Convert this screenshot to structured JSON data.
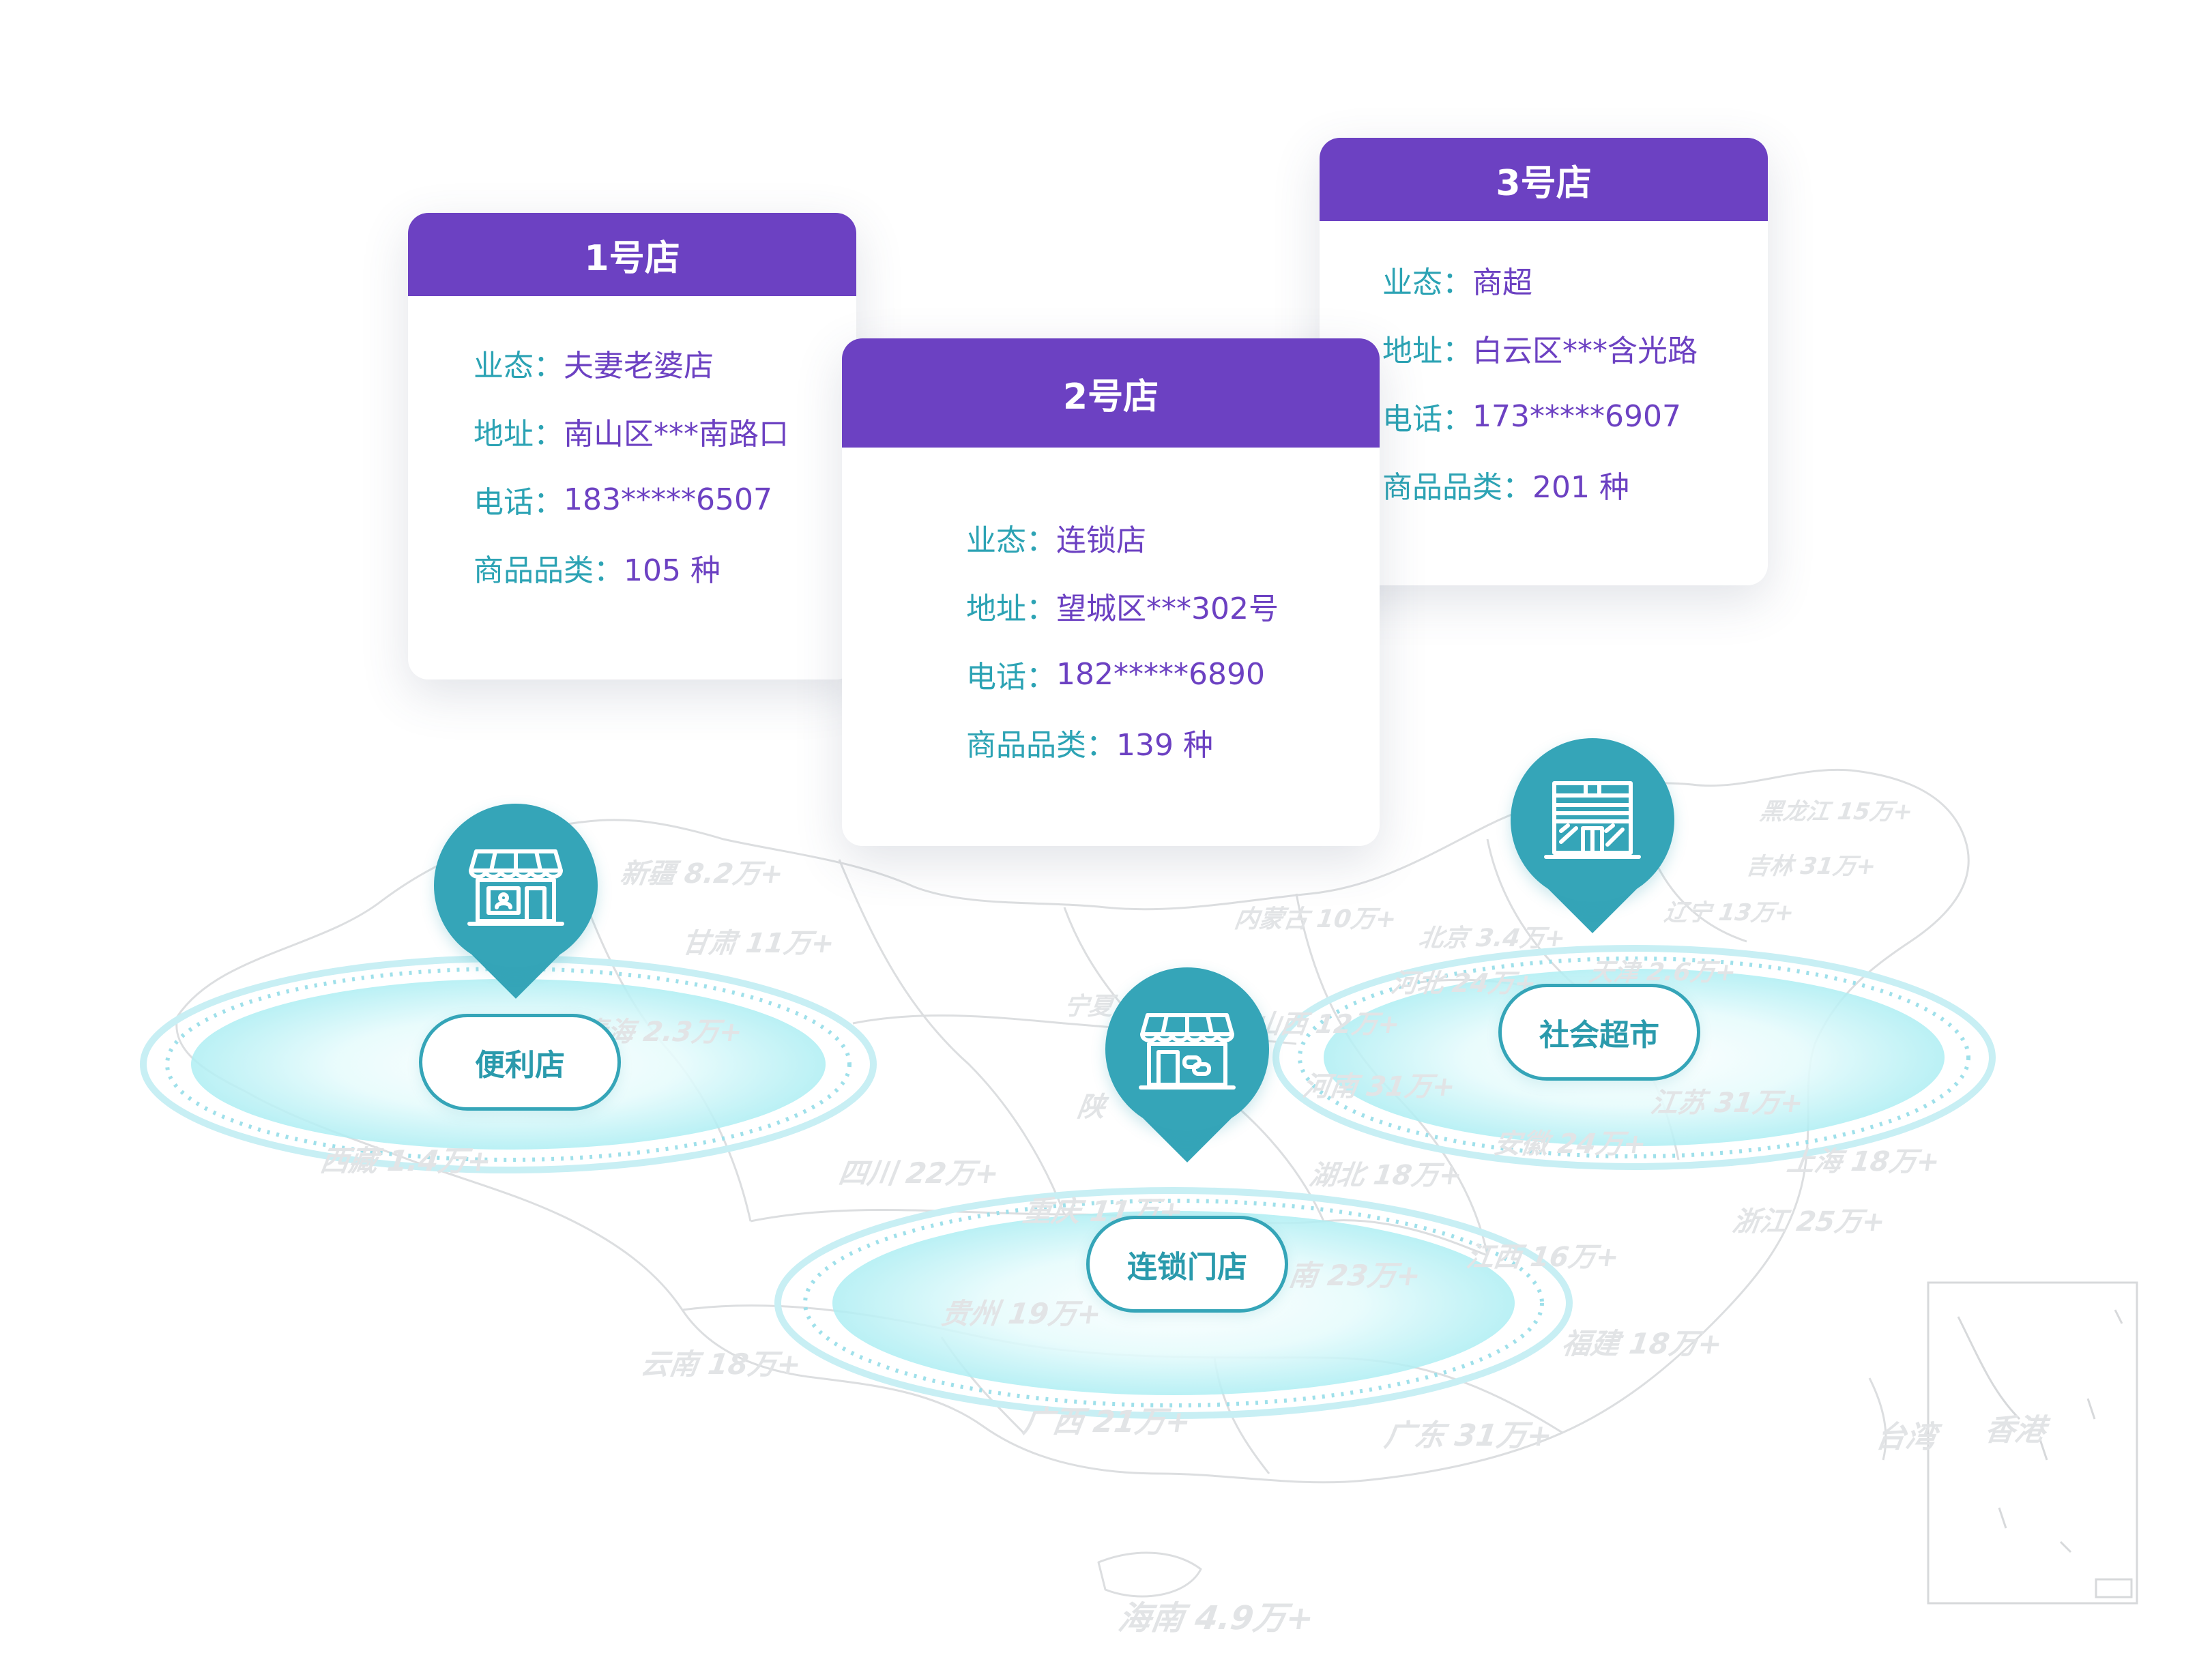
{
  "stores": [
    {
      "title": "1号店",
      "rows": [
        {
          "label": "业态：",
          "value": "夫妻老婆店"
        },
        {
          "label": "地址：",
          "value": "南山区***南路口"
        },
        {
          "label": "电话：",
          "value": "183*****6507"
        },
        {
          "label": "商品品类：",
          "value": "105 种"
        }
      ]
    },
    {
      "title": "2号店",
      "rows": [
        {
          "label": "业态：",
          "value": "连锁店"
        },
        {
          "label": "地址：",
          "value": "望城区***302号"
        },
        {
          "label": "电话：",
          "value": "182*****6890"
        },
        {
          "label": "商品品类：",
          "value": "139 种"
        }
      ]
    },
    {
      "title": "3号店",
      "rows": [
        {
          "label": "业态：",
          "value": "商超"
        },
        {
          "label": "地址：",
          "value": "白云区***含光路"
        },
        {
          "label": "电话：",
          "value": "173*****6907"
        },
        {
          "label": "商品品类：",
          "value": "201 种"
        }
      ]
    }
  ],
  "markers": [
    {
      "label": "便利店",
      "icon": "convenience-store-icon"
    },
    {
      "label": "连锁门店",
      "icon": "chain-store-icon"
    },
    {
      "label": "社会超市",
      "icon": "supermarket-icon"
    }
  ],
  "map_labels": [
    "新疆 8.2万+",
    "甘肃 11万+",
    "青海 2.3万+",
    "西藏 1.4万+",
    "内蒙古 10万+",
    "黑龙江 15万+",
    "吉林 31万+",
    "辽宁 13万+",
    "北京 3.4万+",
    "天津 2.6万+",
    "河北 24万+",
    "山西 12万+",
    "宁夏",
    "陕",
    "河南 31万+",
    "江苏 31万+",
    "安徽 24万+",
    "上海 18万+",
    "湖北 18万+",
    "浙江 25万+",
    "四川 22万+",
    "重庆 11万+",
    "南 23万+",
    "江西 16万+",
    "贵州 19万+",
    "福建 18万+",
    "云南 18万+",
    "广西 21万+",
    "广东 31万+",
    "台湾",
    "香港",
    "海南 4.9万+"
  ],
  "colors": {
    "header_purple": "#6c41c2",
    "label_teal": "#2ca3b4",
    "pin_teal": "#35a5b8",
    "glow_cyan": "#bff2f5"
  }
}
